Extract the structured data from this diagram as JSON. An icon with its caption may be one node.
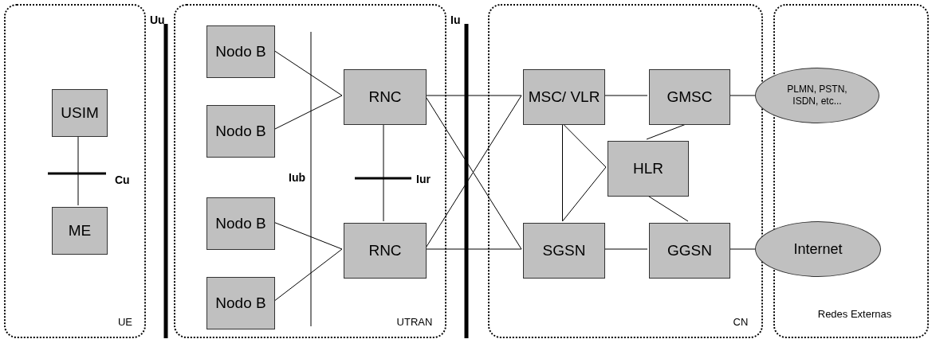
{
  "diagram": {
    "nodes": [
      {
        "text": [
          "UE"
        ]
      },
      {
        "text": [
          "USIM"
        ],
        "in": 0
      },
      {
        "text": [
          "ME"
        ],
        "in": 0
      },
      {
        "text": [
          "UTRAN"
        ]
      },
      {
        "text": [
          "Nodo B"
        ],
        "in": 3
      },
      {
        "text": [
          "Nodo B"
        ],
        "in": 3
      },
      {
        "text": [
          "Nodo B"
        ],
        "in": 3
      },
      {
        "text": [
          "Nodo B"
        ],
        "in": 3
      },
      {
        "text": [
          "RNC"
        ],
        "in": 3
      },
      {
        "text": [
          "RNC"
        ],
        "in": 3
      },
      {
        "text": [
          "CN"
        ]
      },
      {
        "text": [
          "MSC/ VLR"
        ],
        "in": 10
      },
      {
        "text": [
          "GMSC"
        ],
        "in": 10
      },
      {
        "text": [
          "HLR"
        ],
        "in": 10
      },
      {
        "text": [
          "SGSN"
        ],
        "in": 10
      },
      {
        "text": [
          "GGSN"
        ],
        "in": 10
      },
      {
        "text": [
          "Redes Externas"
        ]
      },
      {
        "text": [
          "PLMN, PSTN, ISDN, etc..."
        ]
      },
      {
        "text": [
          "Internet"
        ]
      }
    ],
    "edges": [
      {
        "from": 1,
        "to": 2,
        "arrow": "none"
      },
      {
        "from": 4,
        "to": 8,
        "arrow": "none"
      },
      {
        "from": 5,
        "to": 8,
        "arrow": "none"
      },
      {
        "from": 6,
        "to": 9,
        "arrow": "none"
      },
      {
        "from": 7,
        "to": 9,
        "arrow": "none"
      },
      {
        "from": 8,
        "to": 9,
        "arrow": "none"
      },
      {
        "from": 8,
        "to": 11,
        "arrow": "none"
      },
      {
        "from": 8,
        "to": 14,
        "arrow": "none"
      },
      {
        "from": 9,
        "to": 11,
        "arrow": "none"
      },
      {
        "from": 9,
        "to": 14,
        "arrow": "none"
      },
      {
        "from": 11,
        "to": 12,
        "arrow": "none"
      },
      {
        "from": 11,
        "to": 13,
        "arrow": "none"
      },
      {
        "from": 11,
        "to": 14,
        "arrow": "none"
      },
      {
        "from": 12,
        "to": 13,
        "arrow": "none"
      },
      {
        "from": 12,
        "to": 17,
        "arrow": "none"
      },
      {
        "from": 14,
        "to": 13,
        "arrow": "none"
      },
      {
        "from": 14,
        "to": 15,
        "arrow": "none"
      },
      {
        "from": 13,
        "to": 15,
        "arrow": "none"
      },
      {
        "from": 15,
        "to": 18,
        "arrow": "none"
      }
    ],
    "labels": [
      "Uu",
      "Iu",
      "Cu",
      "Iub",
      "Iur"
    ]
  }
}
